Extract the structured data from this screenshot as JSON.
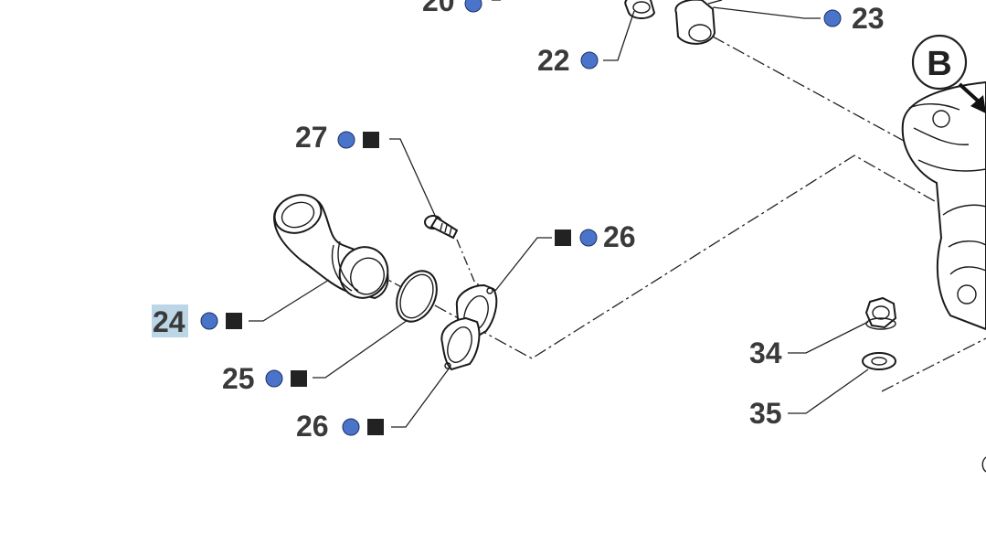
{
  "diagram": {
    "marker_colors": {
      "circle": "#4a74c9",
      "square": "#222222"
    },
    "highlight_color": "#bcd6e6",
    "view_letter": "B",
    "callouts": [
      {
        "id": "c20",
        "number": "20",
        "markers": [
          "circle"
        ]
      },
      {
        "id": "c22",
        "number": "22",
        "markers": [
          "circle"
        ]
      },
      {
        "id": "c23",
        "number": "23",
        "markers": [
          "circle"
        ]
      },
      {
        "id": "c27",
        "number": "27",
        "markers": [
          "circle",
          "square"
        ]
      },
      {
        "id": "c26a",
        "number": "26",
        "markers": [
          "square",
          "circle"
        ]
      },
      {
        "id": "c24",
        "number": "24",
        "markers": [
          "circle",
          "square"
        ],
        "highlighted": true
      },
      {
        "id": "c25",
        "number": "25",
        "markers": [
          "circle",
          "square"
        ]
      },
      {
        "id": "c26b",
        "number": "26",
        "markers": [
          "circle",
          "square"
        ]
      },
      {
        "id": "c34",
        "number": "34",
        "markers": []
      },
      {
        "id": "c35",
        "number": "35",
        "markers": []
      }
    ]
  }
}
